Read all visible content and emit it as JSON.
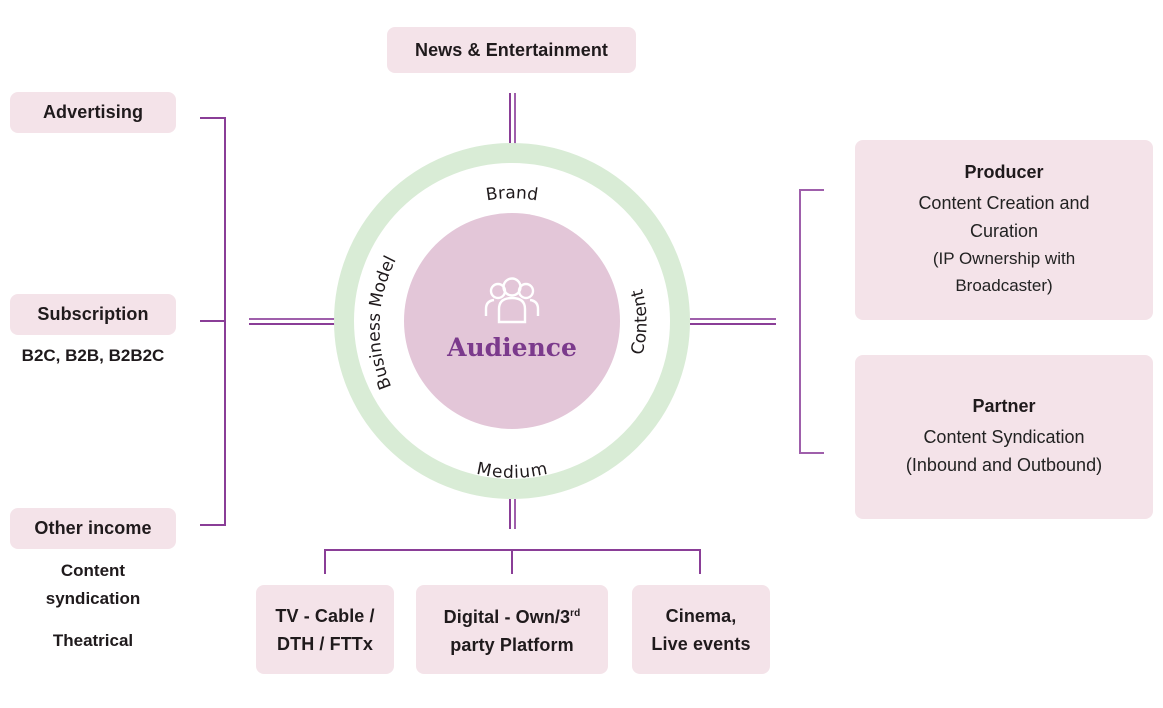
{
  "top": {
    "label": "News & Entertainment"
  },
  "left": {
    "items": [
      {
        "label": "Advertising",
        "details": []
      },
      {
        "label": "Subscription",
        "details": [
          "B2C, B2B, B2B2C"
        ]
      },
      {
        "label": "Other income",
        "details": [
          "Content syndication",
          "Theatrical"
        ]
      }
    ]
  },
  "center": {
    "core_label": "Audience",
    "core_icon": "people-group-icon",
    "ring_labels": {
      "top": "Brand",
      "right": "Content",
      "bottom": "Medium",
      "left": "Business Model"
    },
    "colors": {
      "ring": "#d9ecd6",
      "core": "#e3c6d8",
      "core_text": "#7b3a8c",
      "lines": "#8a3e97",
      "boxes": "#f4e3e9"
    }
  },
  "right": {
    "producer": {
      "title": "Producer",
      "line1": "Content Creation and Curation",
      "line2": "(IP Ownership with Broadcaster)"
    },
    "partner": {
      "title": "Partner",
      "line1": "Content Syndication",
      "line2": "(Inbound and Outbound)"
    }
  },
  "bottom": {
    "items": [
      {
        "label_line1": "TV - Cable /",
        "label_line2": "DTH / FTTx"
      },
      {
        "label_line1": "Digital - Own/3",
        "label_sup": "rd",
        "label_line2": "party Platform"
      },
      {
        "label_line1": "Cinema,",
        "label_line2": "Live events"
      }
    ]
  }
}
